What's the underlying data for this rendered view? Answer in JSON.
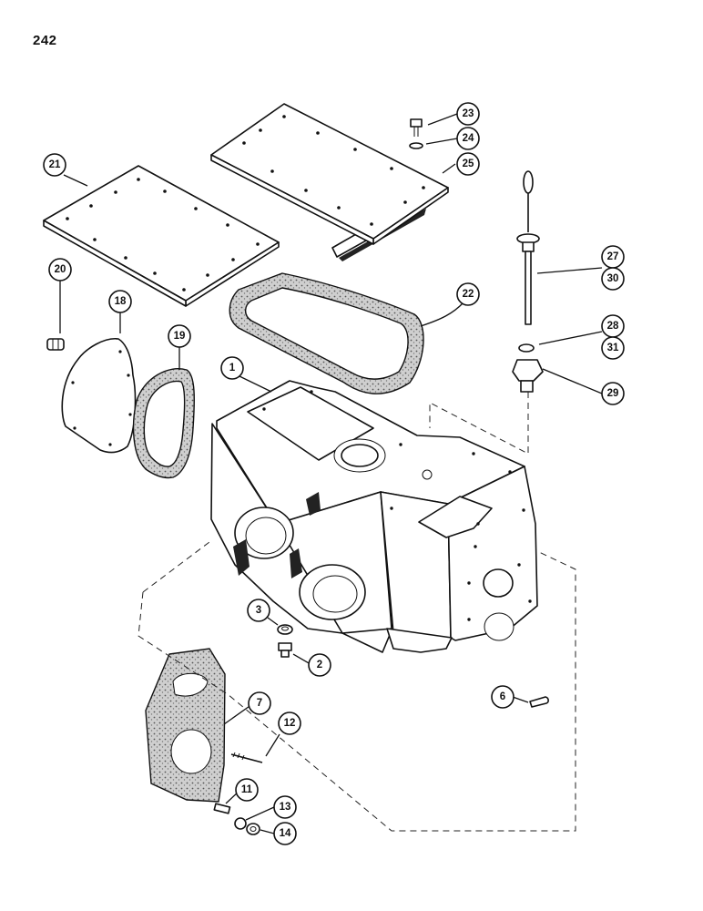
{
  "page": {
    "number": "242"
  },
  "callouts": {
    "c1": "1",
    "c2": "2",
    "c3": "3",
    "c6": "6",
    "c7": "7",
    "c11": "11",
    "c12": "12",
    "c13": "13",
    "c14": "14",
    "c18": "18",
    "c19": "19",
    "c20": "20",
    "c21": "21",
    "c22": "22",
    "c23": "23",
    "c24": "24",
    "c25": "25",
    "c27": "27",
    "c28": "28",
    "c29": "29",
    "c30": "30",
    "c31": "31"
  }
}
